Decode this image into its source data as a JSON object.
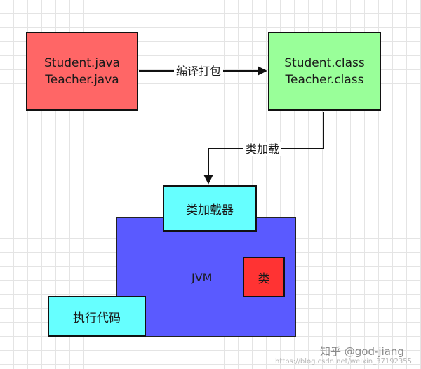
{
  "nodes": {
    "source_files": [
      "Student.java",
      "Teacher.java"
    ],
    "class_files": [
      "Student.class",
      "Teacher.class"
    ],
    "jvm": "JVM",
    "class_loader": "类加载器",
    "class": "类",
    "execute_code": "执行代码"
  },
  "edges": {
    "compile": "编译打包",
    "load": "类加载"
  },
  "watermark": {
    "text": "知乎 @god-jiang",
    "url": "https://blog.csdn.net/weixin_37192355"
  }
}
